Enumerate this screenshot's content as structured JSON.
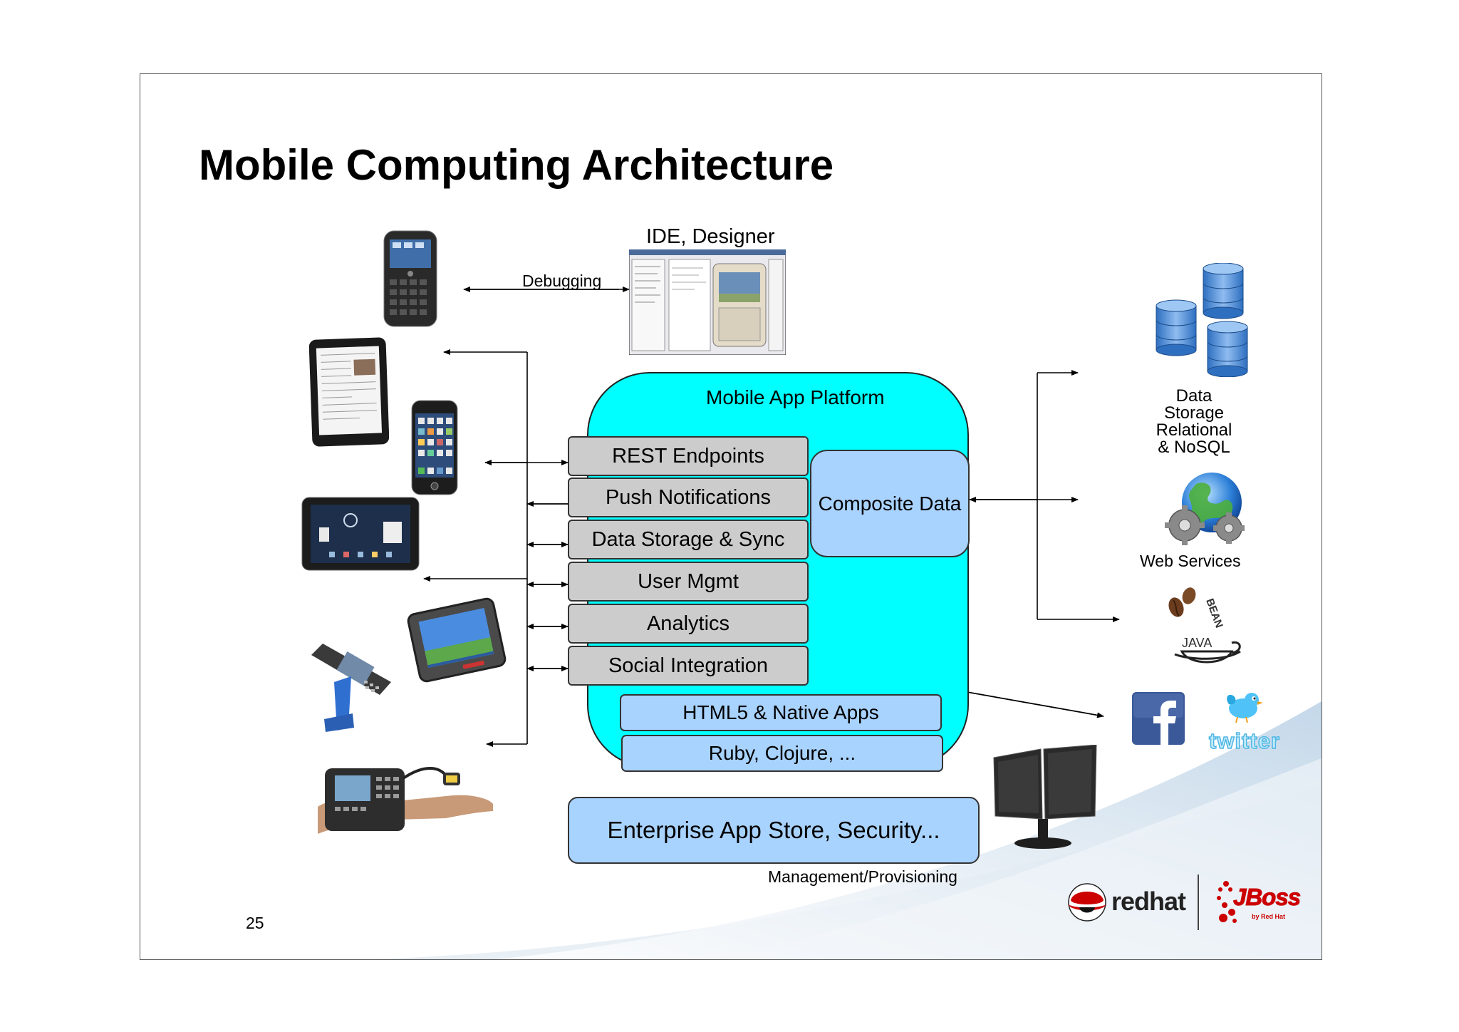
{
  "slide": {
    "title": "Mobile Computing Architecture",
    "page_number": "25"
  },
  "top": {
    "ide_label": "IDE, Designer",
    "debugging_label": "Debugging"
  },
  "platform": {
    "title": "Mobile App Platform",
    "services": [
      "REST Endpoints",
      "Push Notifications",
      "Data Storage & Sync",
      "User Mgmt",
      "Analytics",
      "Social Integration"
    ],
    "composite_data": "Composite Data",
    "apps": [
      "HTML5 & Native Apps",
      "Ruby, Clojure, ..."
    ]
  },
  "enterprise": {
    "label": "Enterprise App Store, Security...",
    "sublabel": "Management/Provisioning"
  },
  "backend": {
    "data_storage_lines": [
      "Data",
      "Storage",
      "Relational",
      "& NoSQL"
    ],
    "web_services": "Web Services"
  },
  "java_logo": {
    "bean_text": "BEAN",
    "java_text": "JAVA"
  },
  "brands": {
    "twitter": "twitter",
    "redhat": "redhat",
    "jboss": "JBoss",
    "jboss_sub": "by Red Hat"
  },
  "colors": {
    "platform_fill": "#00ffff",
    "service_box": "#cccccc",
    "blue_box": "#a9d3ff",
    "swoosh": "#c9dcea",
    "redhat_red": "#cc0000"
  }
}
